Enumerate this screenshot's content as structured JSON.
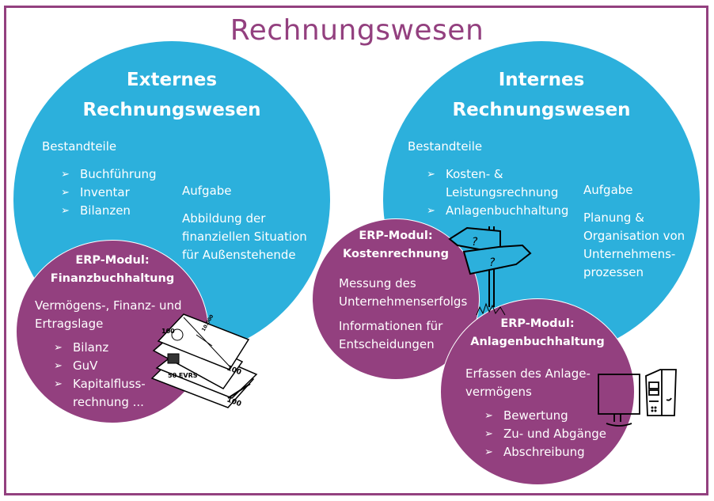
{
  "title": "Rechnungswesen",
  "colors": {
    "frame": "#93407f",
    "blue": "#2cb0dc",
    "purple": "#93407f",
    "text": "#ffffff"
  },
  "external": {
    "heading_line1": "Externes",
    "heading_line2": "Rechnungswesen",
    "components_label": "Bestandteile",
    "components": [
      "Buchführung",
      "Inventar",
      "Bilanzen"
    ],
    "task_label": "Aufgabe",
    "task_lines": [
      "Abbildung der",
      "finanziellen Situation",
      "für Außenstehende"
    ]
  },
  "internal": {
    "heading_line1": "Internes",
    "heading_line2": "Rechnungswesen",
    "components_label": "Bestandteile",
    "components": [
      {
        "line1": "Kosten- &",
        "line2": "Leistungsrechnung"
      },
      {
        "line1": "Anlagenbuchhaltung"
      }
    ],
    "task_label": "Aufgabe",
    "task_lines": [
      "Planung &",
      "Organisation von",
      "Unternehmens-",
      "prozessen"
    ]
  },
  "modules": {
    "finanz": {
      "label_line1": "ERP-Modul:",
      "label_line2": "Finanzbuchhaltung",
      "desc_lines": [
        "Vermögens-, Finanz- und",
        "Ertragslage"
      ],
      "items": [
        {
          "line1": "Bilanz"
        },
        {
          "line1": "GuV"
        },
        {
          "line1": "Kapitalfluss-",
          "line2": "rechnung ..."
        }
      ],
      "icon": "money-stack-icon"
    },
    "kosten": {
      "label_line1": "ERP-Modul:",
      "label_line2": "Kostenrechnung",
      "desc_lines": [
        "Messung des",
        "Unternehmenserfolgs"
      ],
      "desc2_lines": [
        "Informationen für",
        "Entscheidungen"
      ],
      "icon": "signpost-icon"
    },
    "anlagen": {
      "label_line1": "ERP-Modul:",
      "label_line2": "Anlagenbuchhaltung",
      "desc_lines": [
        "Erfassen des Anlage-",
        "vermögens"
      ],
      "items": [
        "Bewertung",
        "Zu- und Abgänge",
        "Abschreibung"
      ],
      "icon": "computer-icon"
    }
  }
}
